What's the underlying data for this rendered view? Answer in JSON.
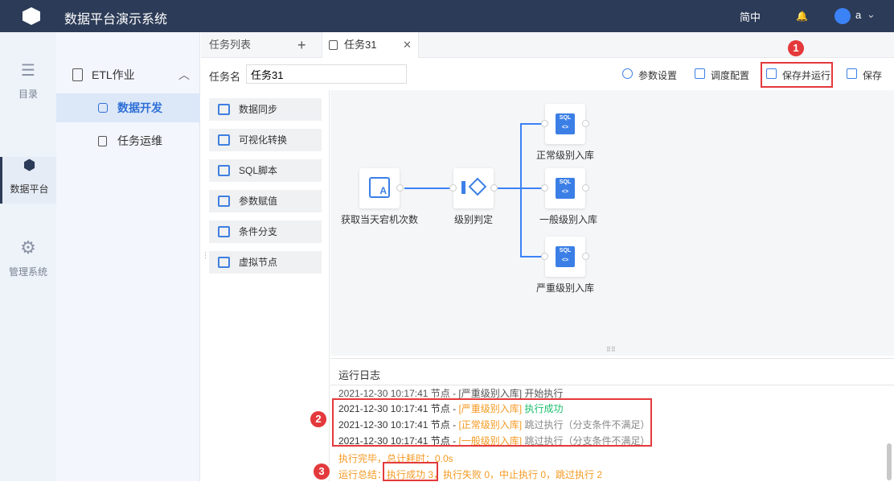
{
  "header": {
    "title": "数据平台演示系统",
    "lang": "简中",
    "user": "a"
  },
  "rail": [
    {
      "label": "目录"
    },
    {
      "label": "数据平台"
    },
    {
      "label": "管理系统"
    }
  ],
  "sidebar": {
    "group": "ETL作业",
    "items": [
      {
        "label": "数据开发"
      },
      {
        "label": "任务运维"
      }
    ]
  },
  "tabs": [
    {
      "label": "任务列表"
    },
    {
      "label": "任务31"
    }
  ],
  "toolbar": {
    "name_label": "任务名",
    "name_value": "任务31",
    "params": "参数设置",
    "schedule": "调度配置",
    "save_run": "保存并运行",
    "save": "保存"
  },
  "palette": [
    "数据同步",
    "可视化转换",
    "SQL脚本",
    "参数赋值",
    "条件分支",
    "虚拟节点"
  ],
  "nodes": {
    "source": "获取当天宕机次数",
    "branch": "级别判定",
    "normal": "正常级别入库",
    "general": "一般级别入库",
    "severe": "严重级别入库",
    "sql_tag": "SQL"
  },
  "log": {
    "title": "运行日志",
    "partial": "2021-12-30 10:17:41 节点 - [严重级别入库] 开始执行",
    "lines": [
      {
        "time": "2021-12-30 10:17:41 节点 - ",
        "node": "[严重级别入库]",
        "status": " 执行成功"
      },
      {
        "time": "2021-12-30 10:17:41 节点 - ",
        "node": "[正常级别入库]",
        "status": " 跳过执行（分支条件不满足）"
      },
      {
        "time": "2021-12-30 10:17:41 节点 - ",
        "node": "[一般级别入库]",
        "status": " 跳过执行（分支条件不满足）"
      }
    ],
    "done": "执行完毕，总计耗时：0.0s",
    "summary_prefix": "运行总结：",
    "summary_success": "执行成功 3",
    "summary_rest": "，执行失败 0，中止执行 0，跳过执行 2"
  },
  "badges": [
    "1",
    "2",
    "3"
  ],
  "colors": {
    "topbar": "#2c3b57",
    "accent": "#3b82f6",
    "highlight": "#e4393c",
    "warn": "#f59a23",
    "success": "#19be6b"
  }
}
